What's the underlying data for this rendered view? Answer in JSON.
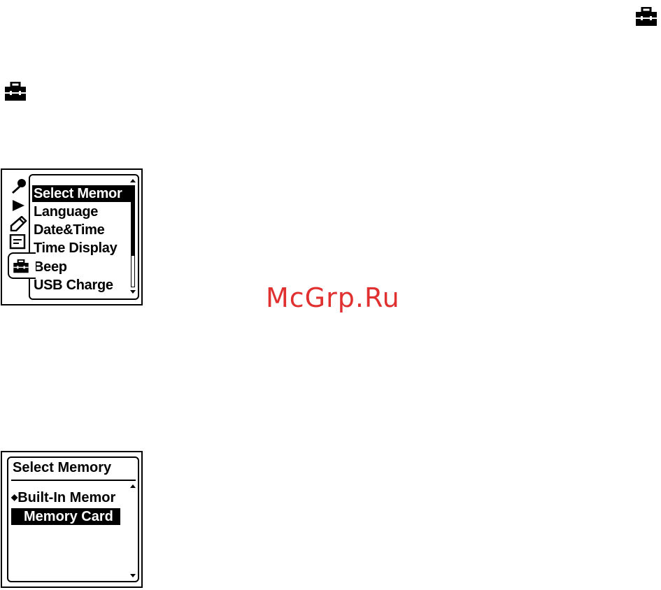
{
  "watermark": "McGrp.Ru",
  "settings_menu": {
    "items": [
      {
        "label": "Select Memor",
        "selected": true
      },
      {
        "label": "Language",
        "selected": false
      },
      {
        "label": "Date&Time",
        "selected": false
      },
      {
        "label": "Time Display",
        "selected": false
      },
      {
        "label": "Beep",
        "selected": false
      },
      {
        "label": "USB Charge",
        "selected": false
      }
    ],
    "tabs": [
      "microphone-icon",
      "play-icon",
      "pencil-icon",
      "display-icon",
      "toolbox-icon"
    ],
    "active_tab": "toolbox-icon"
  },
  "select_memory": {
    "title": "Select Memory",
    "options": [
      {
        "label": "Built-In Memor",
        "current": true,
        "selected": false
      },
      {
        "label": "Memory Card",
        "current": false,
        "selected": true
      }
    ],
    "current_marker": "◆"
  }
}
